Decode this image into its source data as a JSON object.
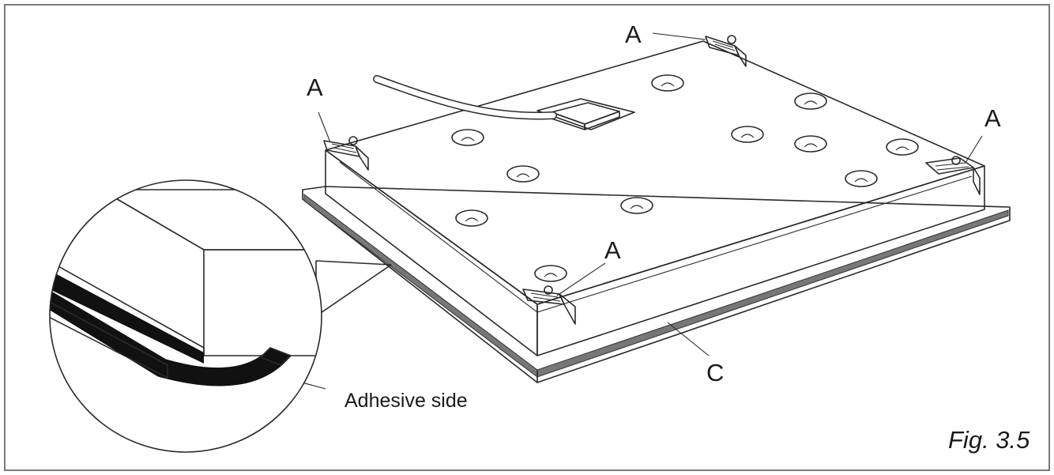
{
  "callouts": {
    "clip_top": "A",
    "clip_left": "A",
    "clip_right": "A",
    "clip_bottom": "A",
    "seal": "C"
  },
  "detail_note": "Adhesive side",
  "figure_caption": "Fig. 3.5",
  "colors": {
    "line": "#2a2a2a",
    "seal": "#777777",
    "detail_grey": "#c8c8c8",
    "background": "#ffffff"
  }
}
